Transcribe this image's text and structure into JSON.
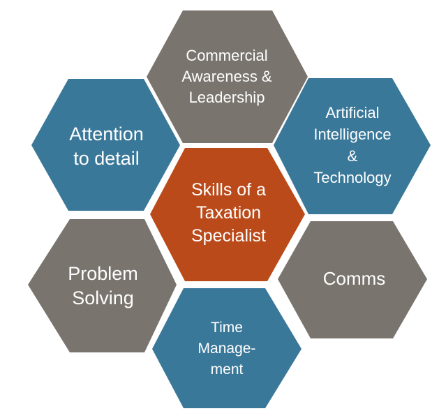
{
  "diagram": {
    "type": "hexagon-cluster",
    "colors": {
      "blue": "#3A7899",
      "gray": "#7A746E",
      "orange": "#BA4A1A",
      "text": "#FFFFFF",
      "background": "#FFFFFF"
    },
    "center": {
      "label": "Skills of a\nTaxation\nSpecialist",
      "color": "#BA4A1A"
    },
    "hexagons": [
      {
        "id": "commercial",
        "label": "Commercial\nAwareness &\nLeadership",
        "color": "#7A746E",
        "position": "top"
      },
      {
        "id": "ai",
        "label": "Artificial\nIntelligence\n&\nTechnology",
        "color": "#3A7899",
        "position": "upper-right"
      },
      {
        "id": "comms",
        "label": "Comms",
        "color": "#7A746E",
        "position": "lower-right"
      },
      {
        "id": "time",
        "label": "Time\nManage-\nment",
        "color": "#3A7899",
        "position": "bottom"
      },
      {
        "id": "problem",
        "label": "Problem\nSolving",
        "color": "#7A746E",
        "position": "lower-left"
      },
      {
        "id": "attention",
        "label": "Attention\nto detail",
        "color": "#3A7899",
        "position": "upper-left"
      }
    ]
  }
}
